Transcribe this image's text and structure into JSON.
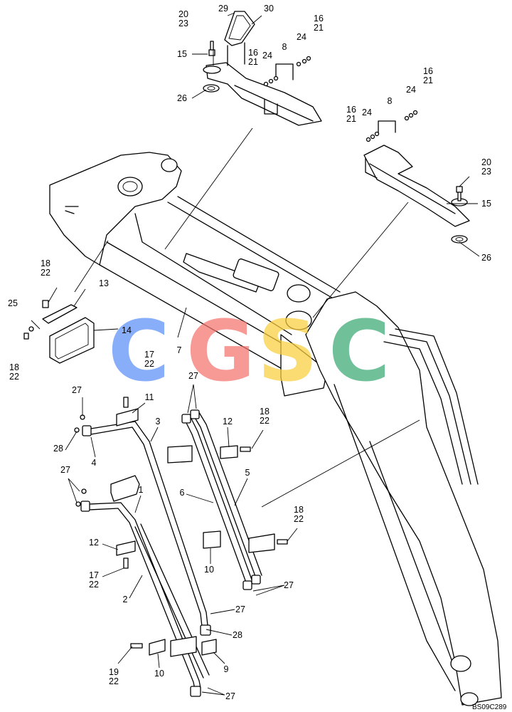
{
  "drawing_code": "BS09C289",
  "watermark": {
    "letters": [
      "C",
      "G",
      "S",
      "C"
    ],
    "colors": [
      "#5b8ff9",
      "#f4726b",
      "#f9cf3c",
      "#3aa874"
    ]
  },
  "callouts": [
    {
      "id": "c1",
      "lines": [
        "20",
        "23"
      ]
    },
    {
      "id": "c2",
      "lines": [
        "29"
      ]
    },
    {
      "id": "c3",
      "lines": [
        "30"
      ]
    },
    {
      "id": "c4",
      "lines": [
        "16",
        "21"
      ]
    },
    {
      "id": "c5",
      "lines": [
        "24"
      ]
    },
    {
      "id": "c6",
      "lines": [
        "8"
      ]
    },
    {
      "id": "c7",
      "lines": [
        "16",
        "21"
      ]
    },
    {
      "id": "c8",
      "lines": [
        "24"
      ]
    },
    {
      "id": "c9",
      "lines": [
        "15"
      ]
    },
    {
      "id": "c10",
      "lines": [
        "26"
      ]
    },
    {
      "id": "c11",
      "lines": [
        "16",
        "21"
      ]
    },
    {
      "id": "c12",
      "lines": [
        "16",
        "21"
      ]
    },
    {
      "id": "c13",
      "lines": [
        "24"
      ]
    },
    {
      "id": "c14",
      "lines": [
        "8"
      ]
    },
    {
      "id": "c15",
      "lines": [
        "24"
      ]
    },
    {
      "id": "c16",
      "lines": [
        "20",
        "23"
      ]
    },
    {
      "id": "c17",
      "lines": [
        "15"
      ]
    },
    {
      "id": "c18",
      "lines": [
        "26"
      ]
    },
    {
      "id": "c19",
      "lines": [
        "18",
        "22"
      ]
    },
    {
      "id": "c20",
      "lines": [
        "13"
      ]
    },
    {
      "id": "c21",
      "lines": [
        "25"
      ]
    },
    {
      "id": "c22",
      "lines": [
        "14"
      ]
    },
    {
      "id": "c23",
      "lines": [
        "18",
        "22"
      ]
    },
    {
      "id": "c24",
      "lines": [
        "7"
      ]
    },
    {
      "id": "c25",
      "lines": [
        "17",
        "22"
      ]
    },
    {
      "id": "c26",
      "lines": [
        "27"
      ]
    },
    {
      "id": "c27",
      "lines": [
        "11"
      ]
    },
    {
      "id": "c28",
      "lines": [
        "3"
      ]
    },
    {
      "id": "c29",
      "lines": [
        "28"
      ]
    },
    {
      "id": "c30",
      "lines": [
        "4"
      ]
    },
    {
      "id": "c31",
      "lines": [
        "27"
      ]
    },
    {
      "id": "c32",
      "lines": [
        "1"
      ]
    },
    {
      "id": "c33",
      "lines": [
        "27"
      ]
    },
    {
      "id": "c34",
      "lines": [
        "12"
      ]
    },
    {
      "id": "c35",
      "lines": [
        "18",
        "22"
      ]
    },
    {
      "id": "c36",
      "lines": [
        "5"
      ]
    },
    {
      "id": "c37",
      "lines": [
        "6"
      ]
    },
    {
      "id": "c38",
      "lines": [
        "18",
        "22"
      ]
    },
    {
      "id": "c39",
      "lines": [
        "12"
      ]
    },
    {
      "id": "c40",
      "lines": [
        "17",
        "22"
      ]
    },
    {
      "id": "c41",
      "lines": [
        "2"
      ]
    },
    {
      "id": "c42",
      "lines": [
        "10"
      ]
    },
    {
      "id": "c43",
      "lines": [
        "27"
      ]
    },
    {
      "id": "c44",
      "lines": [
        "27"
      ]
    },
    {
      "id": "c45",
      "lines": [
        "28"
      ]
    },
    {
      "id": "c46",
      "lines": [
        "19",
        "22"
      ]
    },
    {
      "id": "c47",
      "lines": [
        "10"
      ]
    },
    {
      "id": "c48",
      "lines": [
        "9"
      ]
    },
    {
      "id": "c49",
      "lines": [
        "27"
      ]
    }
  ]
}
